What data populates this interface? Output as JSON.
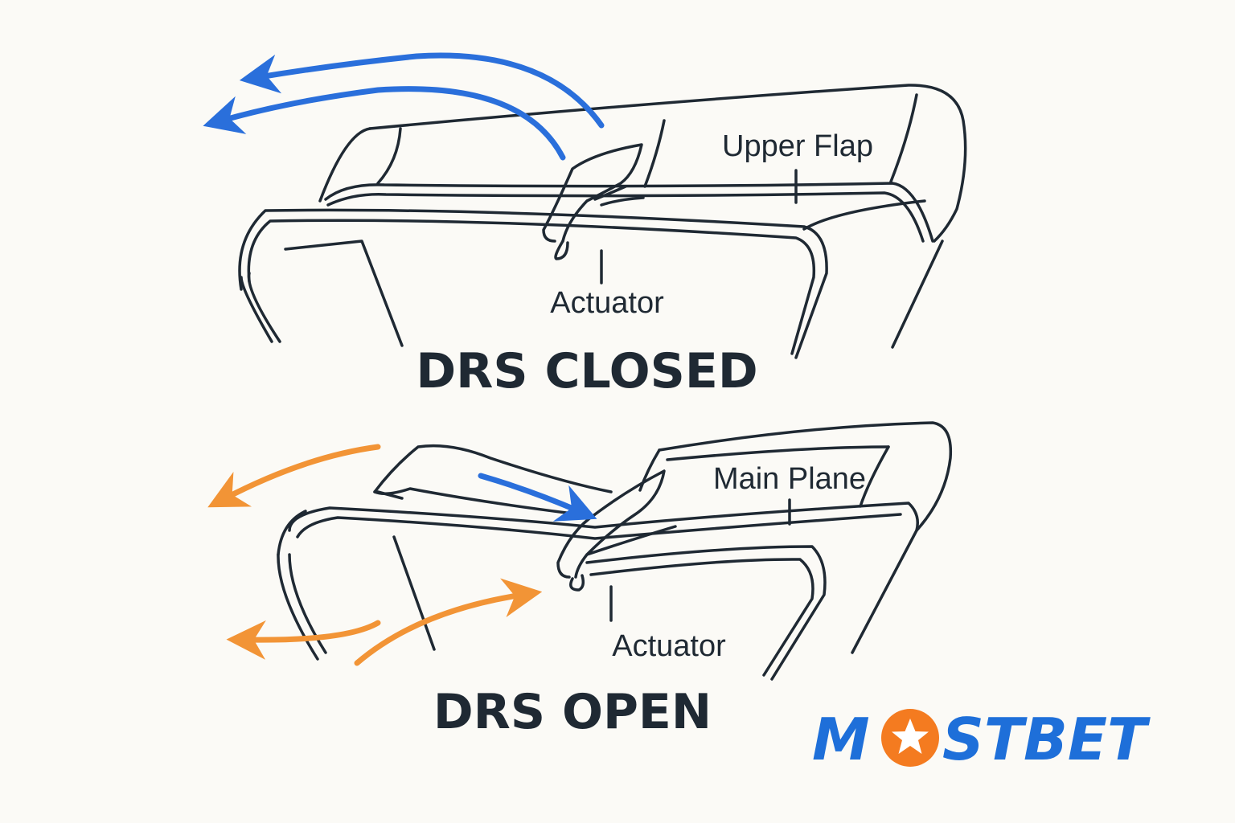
{
  "closed": {
    "title": "DRS CLOSED",
    "flap_label": "Upper Flap",
    "actuator_label": "Actuator"
  },
  "open": {
    "title": "DRS OPEN",
    "plane_label": "Main Plane",
    "actuator_label": "Actuator"
  },
  "logo": {
    "left": "M",
    "right": "STBET",
    "text_color": "#1e6fd9",
    "circle_color": "#f47b20",
    "star_color": "#ffffff"
  },
  "colors": {
    "airflow_closed": "#2a6fdb",
    "airflow_open": "#f29436",
    "airflow_open_slot": "#2a6fdb",
    "line": "#1f2933",
    "background": "#fbfaf6"
  }
}
